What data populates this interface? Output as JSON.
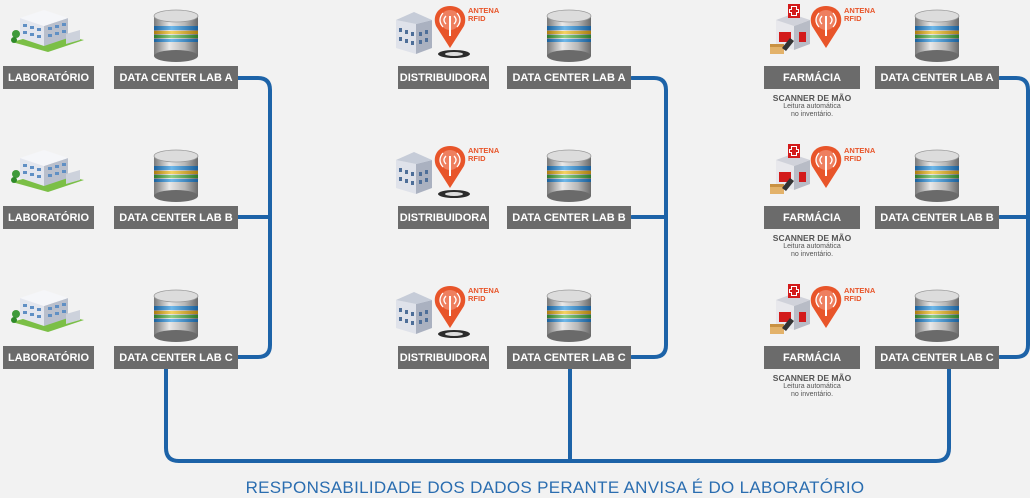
{
  "footer": "RESPONSABILIDADE DOS DADOS PERANTE ANVISA É DO LABORATÓRIO",
  "colors": {
    "line": "#1d63a8",
    "label_bg": "#6b6b6b",
    "antenna": "#e8552a",
    "footer": "#2a6db0"
  },
  "columns": [
    {
      "source": "LABORATÓRIO",
      "source_icon": "building-icon",
      "db_labels": [
        "DATA CENTER LAB A",
        "DATA CENTER LAB B",
        "DATA CENTER LAB C"
      ]
    },
    {
      "source": "DISTRIBUIDORA",
      "source_icon": "warehouse-rfid-icon",
      "antenna": "ANTENA RFID",
      "db_labels": [
        "DATA CENTER LAB A",
        "DATA CENTER LAB B",
        "DATA CENTER LAB C"
      ]
    },
    {
      "source": "FARMÁCIA",
      "source_icon": "pharmacy-rfid-icon",
      "antenna": "ANTENA RFID",
      "scanner_title": "SCANNER DE MÃO",
      "scanner_sub1": "Leitura automática",
      "scanner_sub2": "no inventário.",
      "db_labels": [
        "DATA CENTER LAB A",
        "DATA CENTER LAB B",
        "DATA CENTER LAB C"
      ]
    }
  ]
}
